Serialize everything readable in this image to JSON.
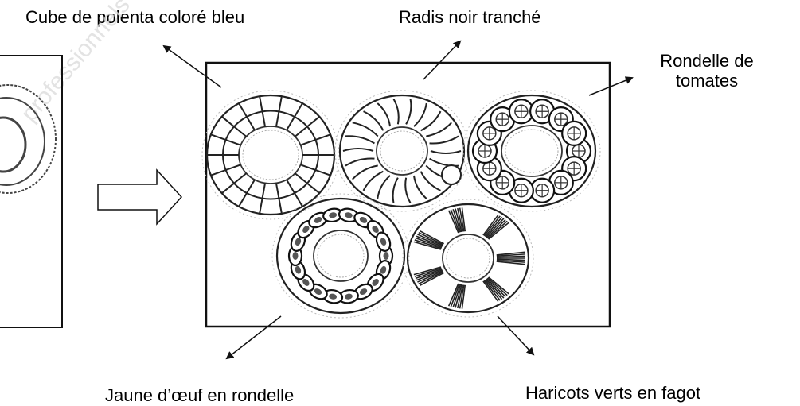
{
  "labels": {
    "polenta": "Cube de polenta coloré bleu",
    "radis": "Radis noir tranché",
    "tomates_line1": "Rondelle de",
    "tomates_line2": "tomates",
    "jaune": "Jaune d’œuf en rondelle",
    "haricots": "Haricots verts en fagot"
  },
  "watermark": "professionnels",
  "colors": {
    "ink": "#111111",
    "sketch": "#333333",
    "watermark": "#d9d9d9"
  }
}
